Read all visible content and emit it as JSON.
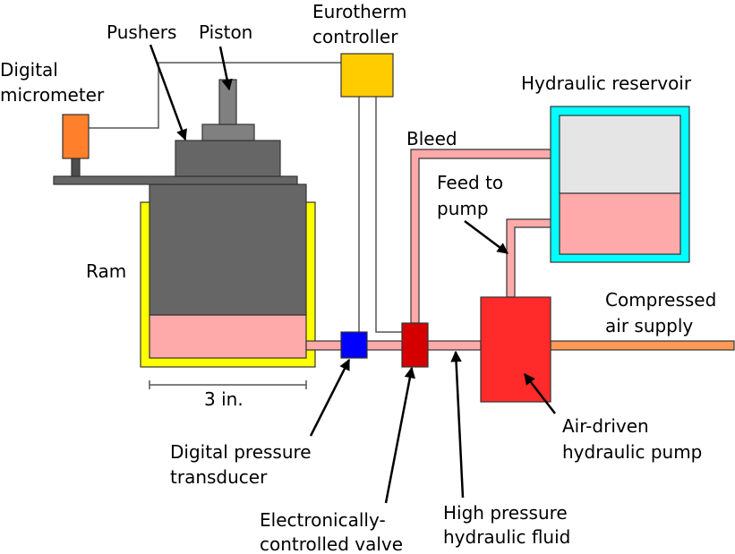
{
  "labels": {
    "pushers": "Pushers",
    "piston": "Piston",
    "eurotherm_1": "Eurotherm",
    "eurotherm_2": "controller",
    "micrometer_1": "Digital",
    "micrometer_2": "micrometer",
    "reservoir": "Hydraulic reservoir",
    "bleed": "Bleed",
    "feed_1": "Feed to",
    "feed_2": "pump",
    "ram": "Ram",
    "air_1": "Compressed",
    "air_2": "air supply",
    "scale": "3 in.",
    "transducer_1": "Digital pressure",
    "transducer_2": "transducer",
    "valve_1": "Electronically-",
    "valve_2": "controlled valve",
    "fluid_1": "High pressure",
    "fluid_2": "hydraulic fluid",
    "pump_1": "Air-driven",
    "pump_2": "hydraulic pump"
  },
  "colors": {
    "controller": "#ffcc00",
    "micrometer": "#ff7f2a",
    "ram_body": "#666666",
    "ram_jacket": "#ffff00",
    "hydraulic_fluid": "#ffaaaa",
    "transducer": "#0000ff",
    "valve": "#d40000",
    "pump": "#ff2a2a",
    "air_line": "#ff9955",
    "reservoir_jacket": "#00ffff",
    "reservoir_air": "#e5e5e5"
  }
}
